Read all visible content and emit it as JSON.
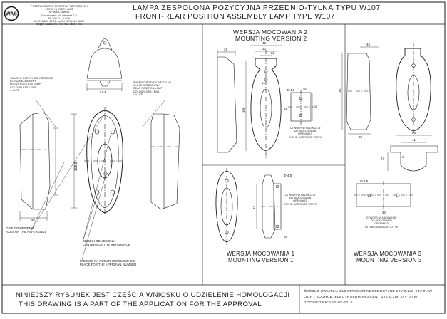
{
  "title": {
    "line1": "LAMPA ZESPOLONA POZYCYJNA PRZEDNIO-TYLNA TYPU W107",
    "line2": "FRONT-REAR POSITION ASSEMBLY LAMP TYPE W107"
  },
  "company": {
    "logo_text": "WAS",
    "lines": [
      "PRZETWÓRSTWO TWORZYW SZTUCZNYCH",
      "JÓZEF I LESZEK WAŚ",
      "SPÓŁKA JAWNA",
      "Godzikowice, ul. Oławska 7,9",
      "55-200   O Ł A W A",
      "tel.(071)313 95 16, fax/tel.(071)313 35 52",
      "Regon 931561967 NIP 912-16-54-900"
    ]
  },
  "front_lamp_label": [
    "ŚWIATŁO POZYCYJNE PRZEDNIE",
    "KLOSZ BEZBARWNY",
    "FRONT POSITION LAMP",
    "COLOURLESS LENS",
    "1 x LED"
  ],
  "rear_lamp_label": [
    "ŚWIATŁO POZYCYJNE TYLNE",
    "KLOSZ BEZBARWNY",
    "REAR POSITION LAMP",
    "COLOURLESS LENS",
    "1 x LED"
  ],
  "axes_label": [
    "OSIE ODNIESIENIA",
    "AXES OF THE REFERENCE"
  ],
  "centers_label": [
    "ŚRODKI ODNIESIENIA",
    "CENTERS OF THE REFERENCE"
  ],
  "approval_label": [
    "MIEJSCE NA NUMER HOMOLOGACJI",
    "PLACE FOR THE APPROVAL NUMBER"
  ],
  "mount2": {
    "pl": "WERSJA MOCOWANIA 2",
    "en": "MOUNTING VERSION 2"
  },
  "mount1": {
    "pl": "WERSJA MOCOWANIA 1",
    "en": "MOUNTING VERSION 1"
  },
  "mount3": {
    "pl": "WERSJA MOCOWANIA 3",
    "en": "MOUNTING VERSION 3"
  },
  "hole_note": [
    "OTWORY W NADWOZIU",
    "DO MOCOWANIA",
    "OPENINGS",
    "IN THE CARRIAGE TO FIX"
  ],
  "dims": {
    "main_width": "41.4",
    "main_height": "108.8",
    "main_depth": "38",
    "m2_depth": "38",
    "m2_w1": "42",
    "m2_w2": "30",
    "m2_w3": "22",
    "m2_w4": "14",
    "m2_h": "106",
    "m2_hole": "Φ 4.5",
    "m2_d1": "7.6",
    "m2_d2": "30",
    "m2_d3": "14",
    "m3_top": "45",
    "m3_h": "107",
    "m3_b1": "58",
    "m3_b2": "41",
    "m3_b3": "38",
    "m3_b4": "8",
    "m3_side": "27",
    "m3_hole": "Φ 4.5",
    "m3_d1": "38",
    "m1_hole": "Φ 4.5",
    "m1_h": "83",
    "m1_d": "85"
  },
  "footer": {
    "pl": "NINIEJSZY RYSUNEK JEST CZĘŚCIĄ WNIOSKU O  UDZIELENIE  HOMOLOGACJI",
    "en": "THIS DRAWING IS A PART OF THE APPLICATION FOR THE APPROVAL"
  },
  "source_note": [
    "ŹRÓDŁO ŚWIATŁA: ELEKTROLUMINESCENCYJNE 12V  0.2W, 24V  0.4W",
    "LIGHT SOURCE: ELECTROLUMINESCENT  12V  0.2W, 24V  0.4W",
    "GODZIKOWICE 06-02-2014"
  ],
  "colors": {
    "ink": "#1a1a1a",
    "paper": "#ffffff"
  }
}
